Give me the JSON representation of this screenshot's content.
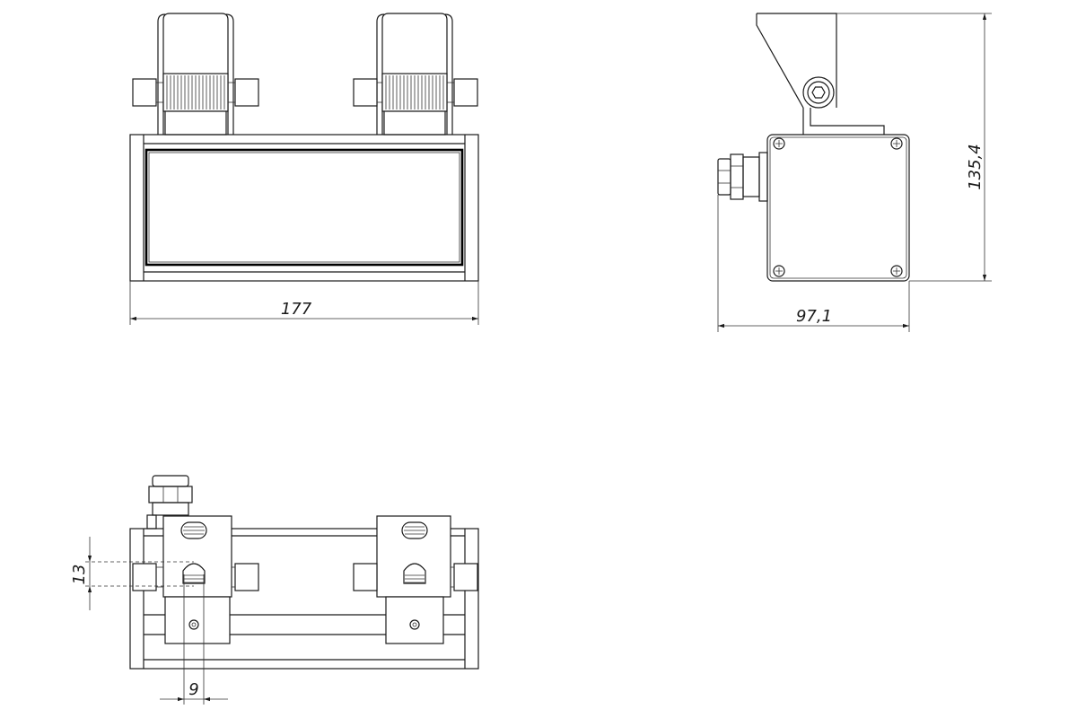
{
  "drawing": {
    "dimensions": {
      "front_width": "177",
      "side_width": "97,1",
      "side_height": "135,4",
      "top_slot_height": "13",
      "top_slot_width": "9"
    }
  }
}
